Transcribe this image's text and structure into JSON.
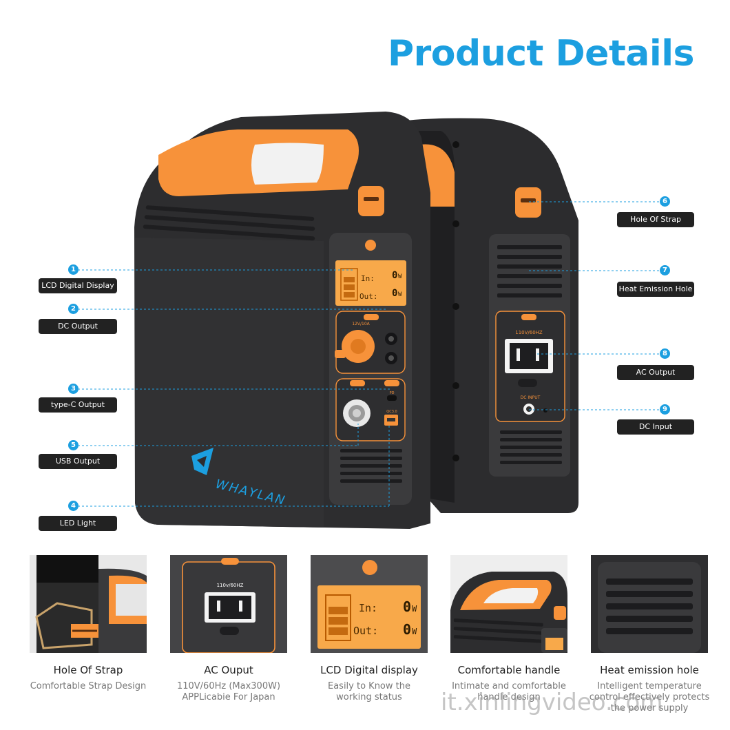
{
  "title": "Product Details",
  "brand": "WHAYLAN",
  "screen": {
    "in_label": "In:",
    "in_value": "0",
    "out_label": "Out:",
    "out_value": "0",
    "unit": "W"
  },
  "front_panel": {
    "dc_label": "12V/10A",
    "usb_c_label": "PD",
    "usb_a_label": "QC3.0"
  },
  "back_panel": {
    "ac_label": "110V/60HZ",
    "dc_in_label": "DC INPUT"
  },
  "callouts": [
    {
      "num": "1",
      "label": "LCD Digital Display"
    },
    {
      "num": "2",
      "label": "DC Output"
    },
    {
      "num": "3",
      "label": "type-C Output"
    },
    {
      "num": "5",
      "label": "USB Output"
    },
    {
      "num": "4",
      "label": "LED Light"
    },
    {
      "num": "6",
      "label": "Hole Of Strap"
    },
    {
      "num": "7",
      "label": "Heat Emission Hole"
    },
    {
      "num": "8",
      "label": "AC Output"
    },
    {
      "num": "9",
      "label": "DC Input"
    }
  ],
  "features": [
    {
      "title": "Hole Of Strap",
      "desc": "Comfortable Strap Design"
    },
    {
      "title": "AC Ouput",
      "desc": "110V/60Hz (Max300W)\nAPPLicabie For Japan"
    },
    {
      "title": "LCD Digital display",
      "desc": "Easily to Know the\nworking status"
    },
    {
      "title": "Comfortable handle",
      "desc": "Intimate and comfortable\nhandle design"
    },
    {
      "title": "Heat emission hole",
      "desc": "Intelligent temperature\ncontrol effectively protects\nthe power supply"
    }
  ],
  "thumb_ac_label": "110v/60HZ",
  "thumb_screen": {
    "in_label": "In:",
    "in_value": "0",
    "out_label": "Out:",
    "out_value": "0",
    "unit": "W"
  },
  "watermark": "it.xinlingvideo.com",
  "colors": {
    "accent_blue": "#1c9fe0",
    "orange": "#f7923a",
    "body": "#2b2b2d"
  }
}
